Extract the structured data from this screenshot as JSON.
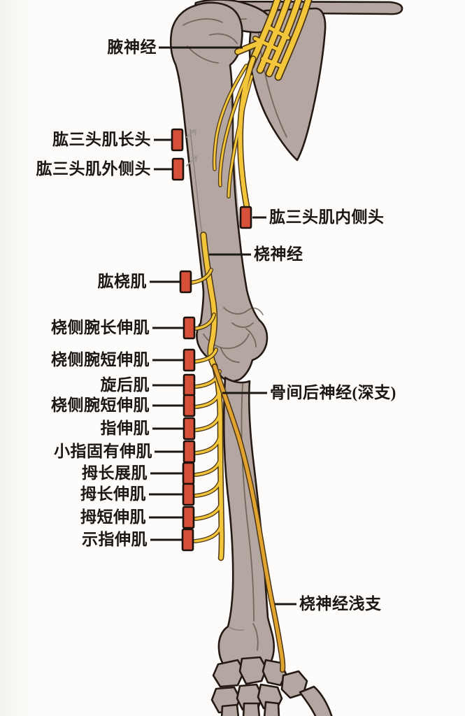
{
  "labels": {
    "axillary_nerve": "腋神经",
    "triceps_long_head": "肱三头肌长头",
    "triceps_lateral_head": "肱三头肌外侧头",
    "triceps_medial_head": "肱三头肌内侧头",
    "radial_nerve": "桡神经",
    "brachioradialis": "肱桡肌",
    "extensor_carpi_radialis_longus": "桡侧腕长伸肌",
    "extensor_carpi_radialis_brevis_1": "桡侧腕短伸肌",
    "supinator": "旋后肌",
    "extensor_carpi_radialis_brevis_2": "桡侧腕短伸肌",
    "extensor_digitorum": "指伸肌",
    "extensor_digiti_minimi": "小指固有伸肌",
    "abductor_pollicis_longus": "拇长展肌",
    "extensor_pollicis_longus": "拇长伸肌",
    "extensor_pollicis_brevis": "拇短伸肌",
    "extensor_indicis": "示指伸肌",
    "posterior_interosseous_nerve": "骨间后神经(深支)",
    "superficial_radial_nerve": "桡神经浅支"
  },
  "colors": {
    "bone": "#b4a7a1",
    "bone_outline": "#241913",
    "nerve_yellow": "#f2c53a",
    "nerve_orange": "#e2a430",
    "nerve_outline": "#4a3413",
    "marker_red": "#d7503a",
    "marker_outline": "#1d110b",
    "leader": "#1e1914",
    "text_color": "#1c1712",
    "bg": "#fdfcfa",
    "arrow_gray": "#9a938c"
  }
}
